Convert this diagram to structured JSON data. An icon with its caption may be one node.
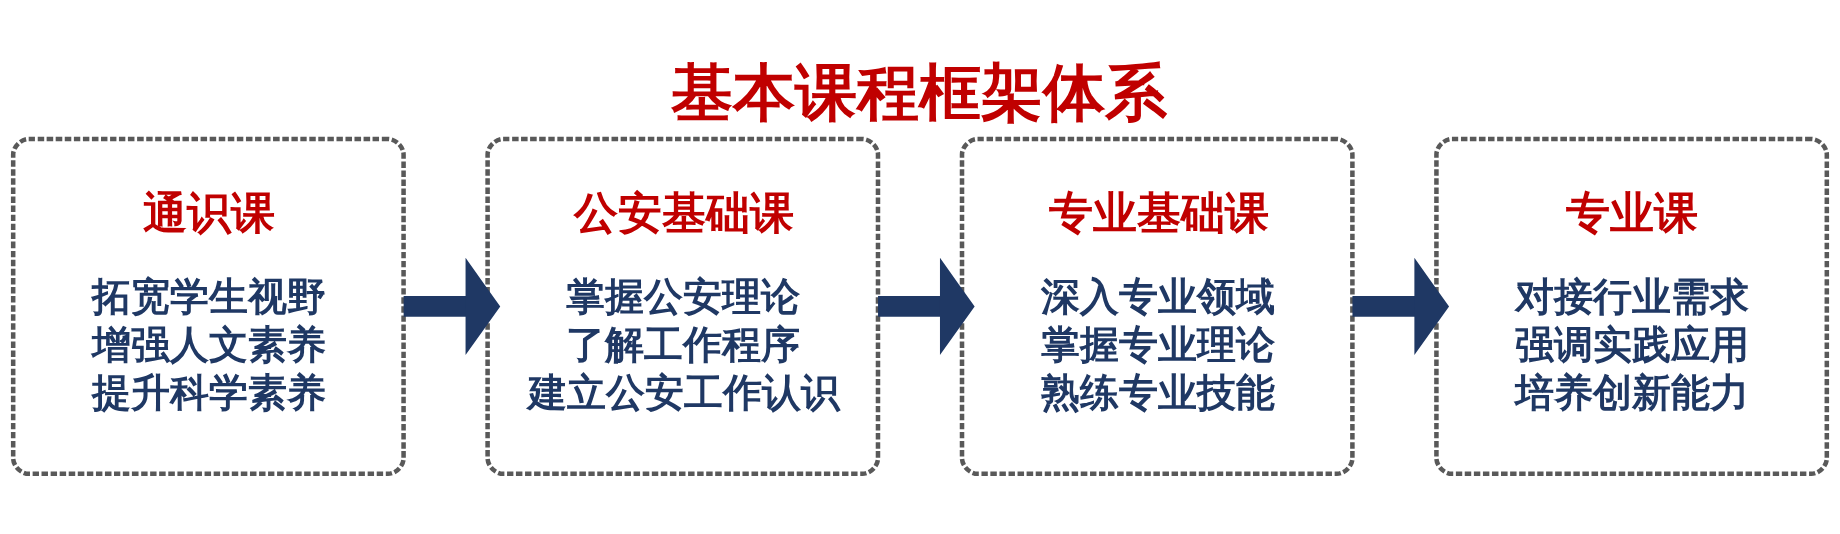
{
  "diagram": {
    "title": "基本课程框架体系",
    "nodes": [
      {
        "text": [
          "通识课",
          "拓宽学生视野",
          "增强人文素养",
          "提升科学素养"
        ]
      },
      {
        "text": [
          "公安基础课",
          "掌握公安理论",
          "了解工作程序",
          "建立公安工作认识"
        ]
      },
      {
        "text": [
          "专业基础课",
          "深入专业领域",
          "掌握专业理论",
          "熟练专业技能"
        ]
      },
      {
        "text": [
          "专业课",
          "对接行业需求",
          "强调实践应用",
          "培养创新能力"
        ]
      }
    ],
    "edges": [
      {
        "from": 0,
        "to": 1,
        "arrow": "to"
      },
      {
        "from": 1,
        "to": 2,
        "arrow": "to"
      },
      {
        "from": 2,
        "to": 3,
        "arrow": "to"
      }
    ]
  }
}
